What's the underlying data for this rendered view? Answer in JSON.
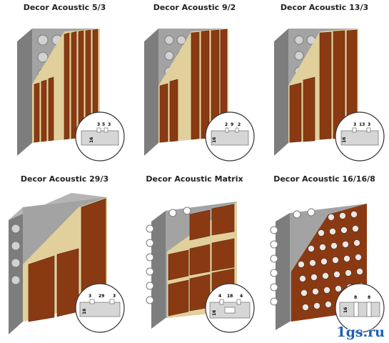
{
  "panels": [
    {
      "title": "Decor Acoustic 5/3",
      "dims": [
        "3",
        "5",
        "3"
      ],
      "height": "16"
    },
    {
      "title": "Decor Acoustic 9/2",
      "dims": [
        "2",
        "9",
        "2"
      ],
      "height": "16"
    },
    {
      "title": "Decor Acoustic 13/3",
      "dims": [
        "3",
        "13",
        "3"
      ],
      "height": "16"
    },
    {
      "title": "Decor Acoustic 29/3",
      "dims": [
        "3",
        "29",
        "3"
      ],
      "height": "16"
    },
    {
      "title": "Decor Acoustic Matrix",
      "dims": [
        "4",
        "18",
        "4"
      ],
      "height": "16"
    },
    {
      "title": "Decor Acoustic 16/16/8",
      "dims": [
        "8",
        "8"
      ],
      "height": "16"
    }
  ],
  "watermark": "1gs.ru",
  "colors": {
    "wood": "#8a3a12",
    "wood_light": "#a24a1c",
    "gap": "#d8c08a",
    "base": "#9c9c9c",
    "base_dark": "#6f6f6f"
  }
}
